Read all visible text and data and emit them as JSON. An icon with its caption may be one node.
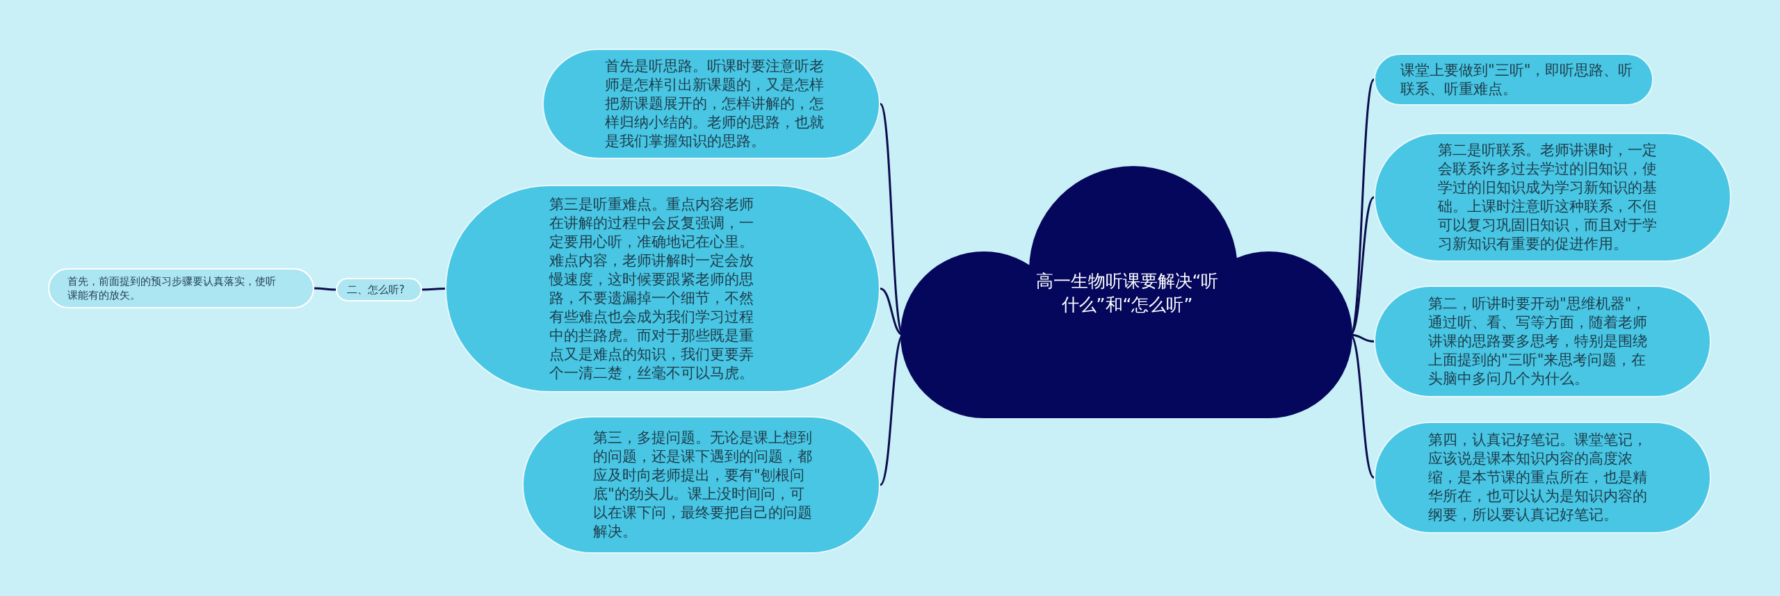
{
  "diagram": {
    "nodes": [
      {
        "text": [
          "高一生物听课要解决“听什么”和“怎么听”"
        ]
      },
      {
        "text": [
          "首先是听思路。听课时要注意听老师是怎样引出新课题的，又是怎样把新课题展开的，怎样讲解的，怎样归纳小结的。老师的思路，也就是我们掌握知识的思路。"
        ]
      },
      {
        "text": [
          "第三是听重难点。重点内容老师在讲解的过程中会反复强调，一定要用心听，准确地记在心里。难点内容，老师讲解时一定会放慢速度，这时候要跟紧老师的思路，不要遗漏掉一个细节，不然有些难点也会成为我们学习过程中的拦路虎。而对于那些既是重点又是难点的知识，我们更要弄个一清二楚，丝毫不可以马虎。"
        ]
      },
      {
        "text": [
          "第三，多提问题。无论是课上想到的问题，还是课下遇到的问题，都应及时向老师提出，要有\"刨根问底\"的劲头儿。课上没时间问，可以在课下问，最终要把自己的问题解决。"
        ]
      },
      {
        "text": [
          "二、怎么听?"
        ]
      },
      {
        "text": [
          "首先，前面提到的预习步骤要认真落实，使听课能有的放矢。"
        ]
      },
      {
        "text": [
          "课堂上要做到\"三听\"，即听思路、听联系、听重难点。"
        ]
      },
      {
        "text": [
          "第二是听联系。老师讲课时，一定会联系许多过去学过的旧知识，使学过的旧知识成为学习新知识的基础。上课时注意听这种联系，不但可以复习巩固旧知识，而且对于学习新知识有重要的促进作用。"
        ]
      },
      {
        "text": [
          "第二，听讲时要开动\"思维机器\"，通过听、看、写等方面，随着老师讲课的思路要多思考，特别是围绕上面提到的\"三听\"来思考问题，在头脑中多问几个为什么。"
        ]
      },
      {
        "text": [
          "第四，认真记好笔记。课堂笔记，应该说是课本知识内容的高度浓缩，是本节课的重点所在，也是精华所在，也可以认为是知识内容的纲要，所以要认真记好笔记。"
        ]
      }
    ],
    "edges": [
      {
        "from": 0,
        "to": 1,
        "arrow": "none"
      },
      {
        "from": 0,
        "to": 2,
        "arrow": "none"
      },
      {
        "from": 0,
        "to": 3,
        "arrow": "none"
      },
      {
        "from": 2,
        "to": 4,
        "arrow": "none"
      },
      {
        "from": 4,
        "to": 5,
        "arrow": "none"
      },
      {
        "from": 0,
        "to": 6,
        "arrow": "none"
      },
      {
        "from": 0,
        "to": 7,
        "arrow": "none"
      },
      {
        "from": 0,
        "to": 8,
        "arrow": "none"
      },
      {
        "from": 0,
        "to": 9,
        "arrow": "none"
      }
    ]
  }
}
